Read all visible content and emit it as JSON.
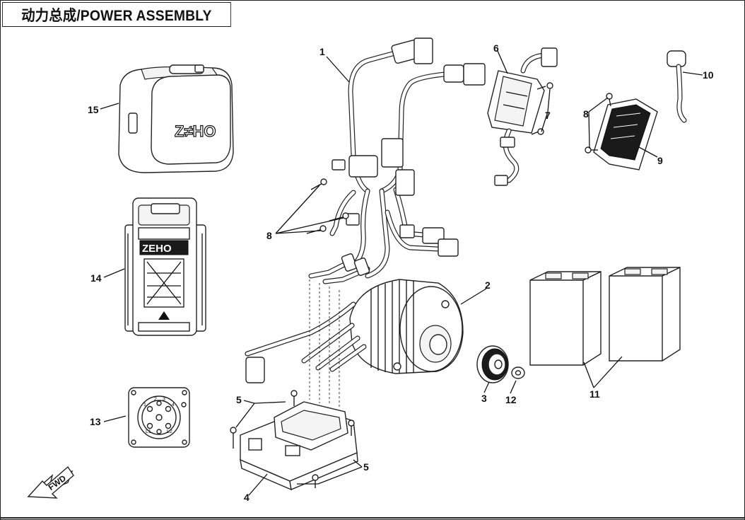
{
  "title": "动力总成/POWER ASSEMBLY",
  "callouts": {
    "c1": "1",
    "c2": "2",
    "c3": "3",
    "c4": "4",
    "c5a": "5",
    "c5b": "5",
    "c6": "6",
    "c7": "7",
    "c8a": "8",
    "c8b": "8",
    "c9": "9",
    "c10": "10",
    "c11": "11",
    "c12": "12",
    "c13": "13",
    "c14": "14",
    "c15": "15"
  },
  "logos": {
    "case_logo": "Z≠HO",
    "charger_logo": "ZEHO"
  },
  "socket_pins": {
    "p1": "1",
    "p2": "2",
    "p3": "3",
    "p4": "4",
    "l1": "L1",
    "l2": "L2"
  },
  "fwd_label": "FWD"
}
